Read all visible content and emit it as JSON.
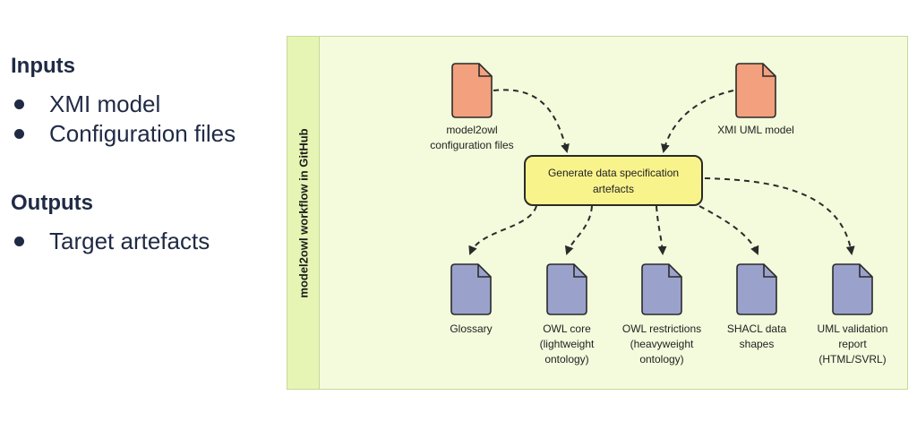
{
  "colors": {
    "text": "#1f2a44",
    "frame_bg": "#f3fbdc",
    "lane_bg": "#e6f5b4",
    "input_doc": "#f2a07e",
    "output_doc": "#9aa2cc",
    "process": "#f9f38c"
  },
  "left": {
    "inputs_title": "Inputs",
    "inputs": [
      "XMI model",
      "Configuration files"
    ],
    "outputs_title": "Outputs",
    "outputs": [
      "Target artefacts"
    ]
  },
  "diagram": {
    "lane_label": "model2owl workflow  in GitHub",
    "process_label": "Generate data specification\nartefacts",
    "inputs": [
      {
        "label": "model2owl\nconfiguration files",
        "icon": "document-icon"
      },
      {
        "label": "XMI UML model",
        "icon": "document-icon"
      }
    ],
    "outputs": [
      {
        "label": "Glossary",
        "icon": "document-icon"
      },
      {
        "label": "OWL core\n(lightweight\nontology)",
        "icon": "document-icon"
      },
      {
        "label": "OWL restrictions\n(heavyweight\nontology)",
        "icon": "document-icon"
      },
      {
        "label": "SHACL data\nshapes",
        "icon": "document-icon"
      },
      {
        "label": "UML validation\nreport\n(HTML/SVRL)",
        "icon": "document-icon"
      }
    ]
  }
}
